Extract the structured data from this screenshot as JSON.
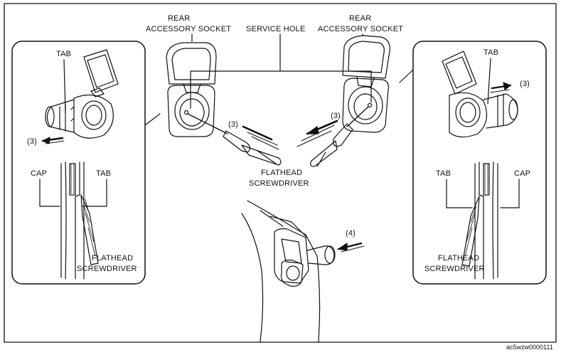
{
  "labels": {
    "rear_socket_left_line1": "REAR",
    "rear_socket_left_line2": "ACCESSORY SOCKET",
    "service_hole": "SERVICE HOLE",
    "rear_socket_right_line1": "REAR",
    "rear_socket_right_line2": "ACCESSORY SOCKET",
    "tab_left_top": "TAB",
    "step3_left": "(3)",
    "cap_left": "CAP",
    "tab_left_bottom": "TAB",
    "flathead_left_line1": "FLATHEAD",
    "flathead_left_line2": "SCREWDRIVER",
    "step3_center_left": "(3)",
    "step3_center_right": "(3)",
    "flathead_center_line1": "FLATHEAD",
    "flathead_center_line2": "SCREWDRIVER",
    "step4": "(4)",
    "tab_right_top": "TAB",
    "step3_right": "(3)",
    "tab_right_bottom": "TAB",
    "cap_right": "CAP",
    "flathead_right_line1": "FLATHEAD",
    "flathead_right_line2": "SCREWDRIVER",
    "figure_code": "ac5wzw0000111"
  },
  "colors": {
    "line": "#111111",
    "background": "#ffffff"
  }
}
